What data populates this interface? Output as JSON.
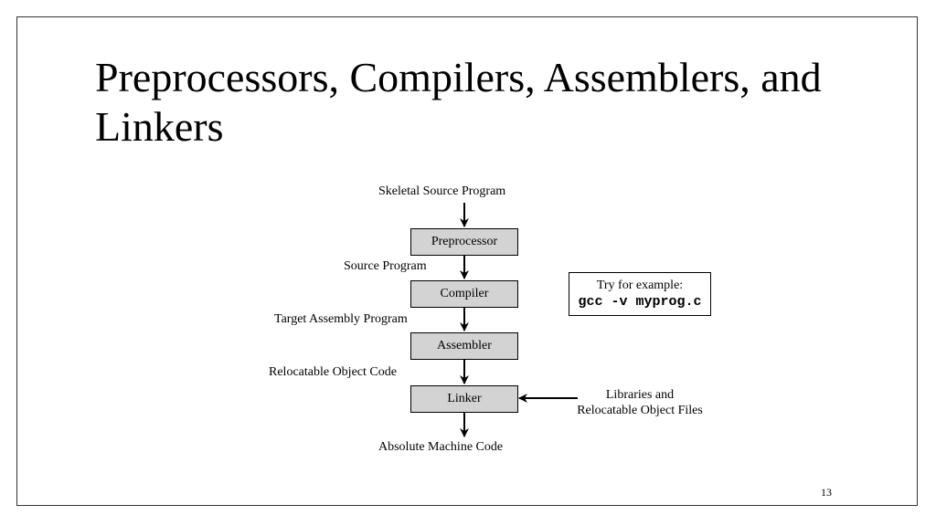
{
  "slide": {
    "title": "Preprocessors, Compilers, Assemblers, and Linkers",
    "page_number": "13"
  },
  "diagram": {
    "input_label": "Skeletal Source Program",
    "stages": [
      {
        "box": "Preprocessor",
        "output": "Source Program"
      },
      {
        "box": "Compiler",
        "output": "Target Assembly Program"
      },
      {
        "box": "Assembler",
        "output": "Relocatable Object Code"
      },
      {
        "box": "Linker",
        "output": "Absolute Machine Code"
      }
    ],
    "linker_input": {
      "line1": "Libraries and",
      "line2": "Relocatable Object Files"
    },
    "example": {
      "line1": "Try for example:",
      "command": "gcc -v myprog.c"
    }
  },
  "colors": {
    "box_fill": "#d3d3d3",
    "frame": "#333333"
  }
}
